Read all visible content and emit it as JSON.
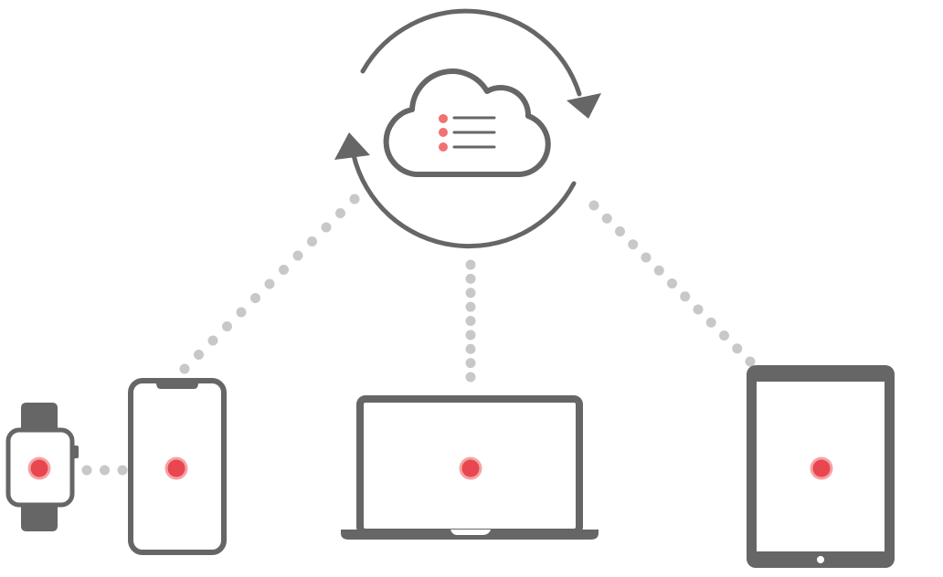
{
  "diagram": {
    "title": "",
    "colors": {
      "device": "#666666",
      "connector": "#c8c8c8",
      "indicator": "#e8474f",
      "indicator_halo": "#f5a3a6",
      "cloud_list_dot": "#f07272"
    },
    "nodes": [
      {
        "id": "cloud",
        "icon": "cloud-sync-icon"
      },
      {
        "id": "watch",
        "icon": "smartwatch-icon"
      },
      {
        "id": "phone",
        "icon": "smartphone-icon"
      },
      {
        "id": "laptop",
        "icon": "laptop-icon"
      },
      {
        "id": "tablet",
        "icon": "tablet-icon"
      }
    ],
    "connections": [
      {
        "from": "watch",
        "to": "phone"
      },
      {
        "from": "phone",
        "to": "cloud"
      },
      {
        "from": "laptop",
        "to": "cloud"
      },
      {
        "from": "tablet",
        "to": "cloud"
      }
    ]
  }
}
